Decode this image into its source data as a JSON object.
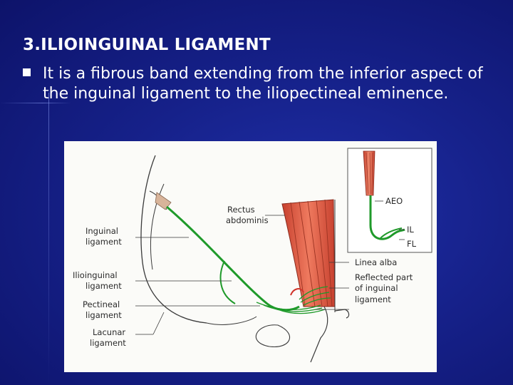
{
  "slide": {
    "title": "3.ILIOINGUINAL LIGAMENT",
    "bullet_text": "It is a fibrous band extending from the inferior aspect of the inguinal ligament to the iliopectineal eminence."
  },
  "figure": {
    "labels": {
      "rectus_line1": "Rectus",
      "rectus_line2": "abdominis",
      "inguinal_line1": "Inguinal",
      "inguinal_line2": "ligament",
      "ilioinguinal_line1": "Ilioinguinal",
      "ilioinguinal_line2": "ligament",
      "pectineal_line1": "Pectineal",
      "pectineal_line2": "ligament",
      "lacunar_line1": "Lacunar",
      "lacunar_line2": "ligament",
      "linea_alba": "Linea alba",
      "reflected_line1": "Reflected part",
      "reflected_line2": "of inguinal",
      "reflected_line3": "ligament",
      "aeo": "AEO",
      "il": "IL",
      "fl": "FL"
    },
    "colors": {
      "background": "#16218a",
      "ligament_green": "#1f9a2a",
      "muscle_red": "#e0553f",
      "outline": "#3a3a3a"
    }
  }
}
